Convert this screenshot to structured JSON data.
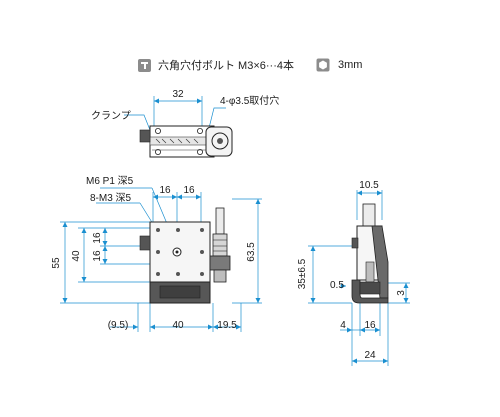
{
  "legend": {
    "hex_bolt": "六角穴付ボルト M3×6···4本",
    "hex_key": "3mm"
  },
  "top_view": {
    "dim_width": "32",
    "clamp_label": "クランプ",
    "hole_label": "4-φ3.5取付穴"
  },
  "front_view": {
    "thread_label": "M6 P1 深5",
    "tap_label": "8-M3 深5",
    "dim_16a": "16",
    "dim_16b": "16",
    "dim_16c": "16",
    "dim_16d": "16",
    "dim_40_left": "40",
    "dim_55": "55",
    "dim_63_5": "63.5",
    "dim_9_5": "(9.5)",
    "dim_40_bottom": "40",
    "dim_19_5": "19.5"
  },
  "side_view": {
    "dim_10_5": "10.5",
    "dim_35": "35±6.5",
    "dim_0_5": "0.5",
    "dim_3": "3",
    "dim_4": "4",
    "dim_16": "16",
    "dim_24": "24"
  },
  "colors": {
    "dimension_line": "#1a8fd0",
    "body": "#4a4a4a",
    "outline": "#222222"
  }
}
